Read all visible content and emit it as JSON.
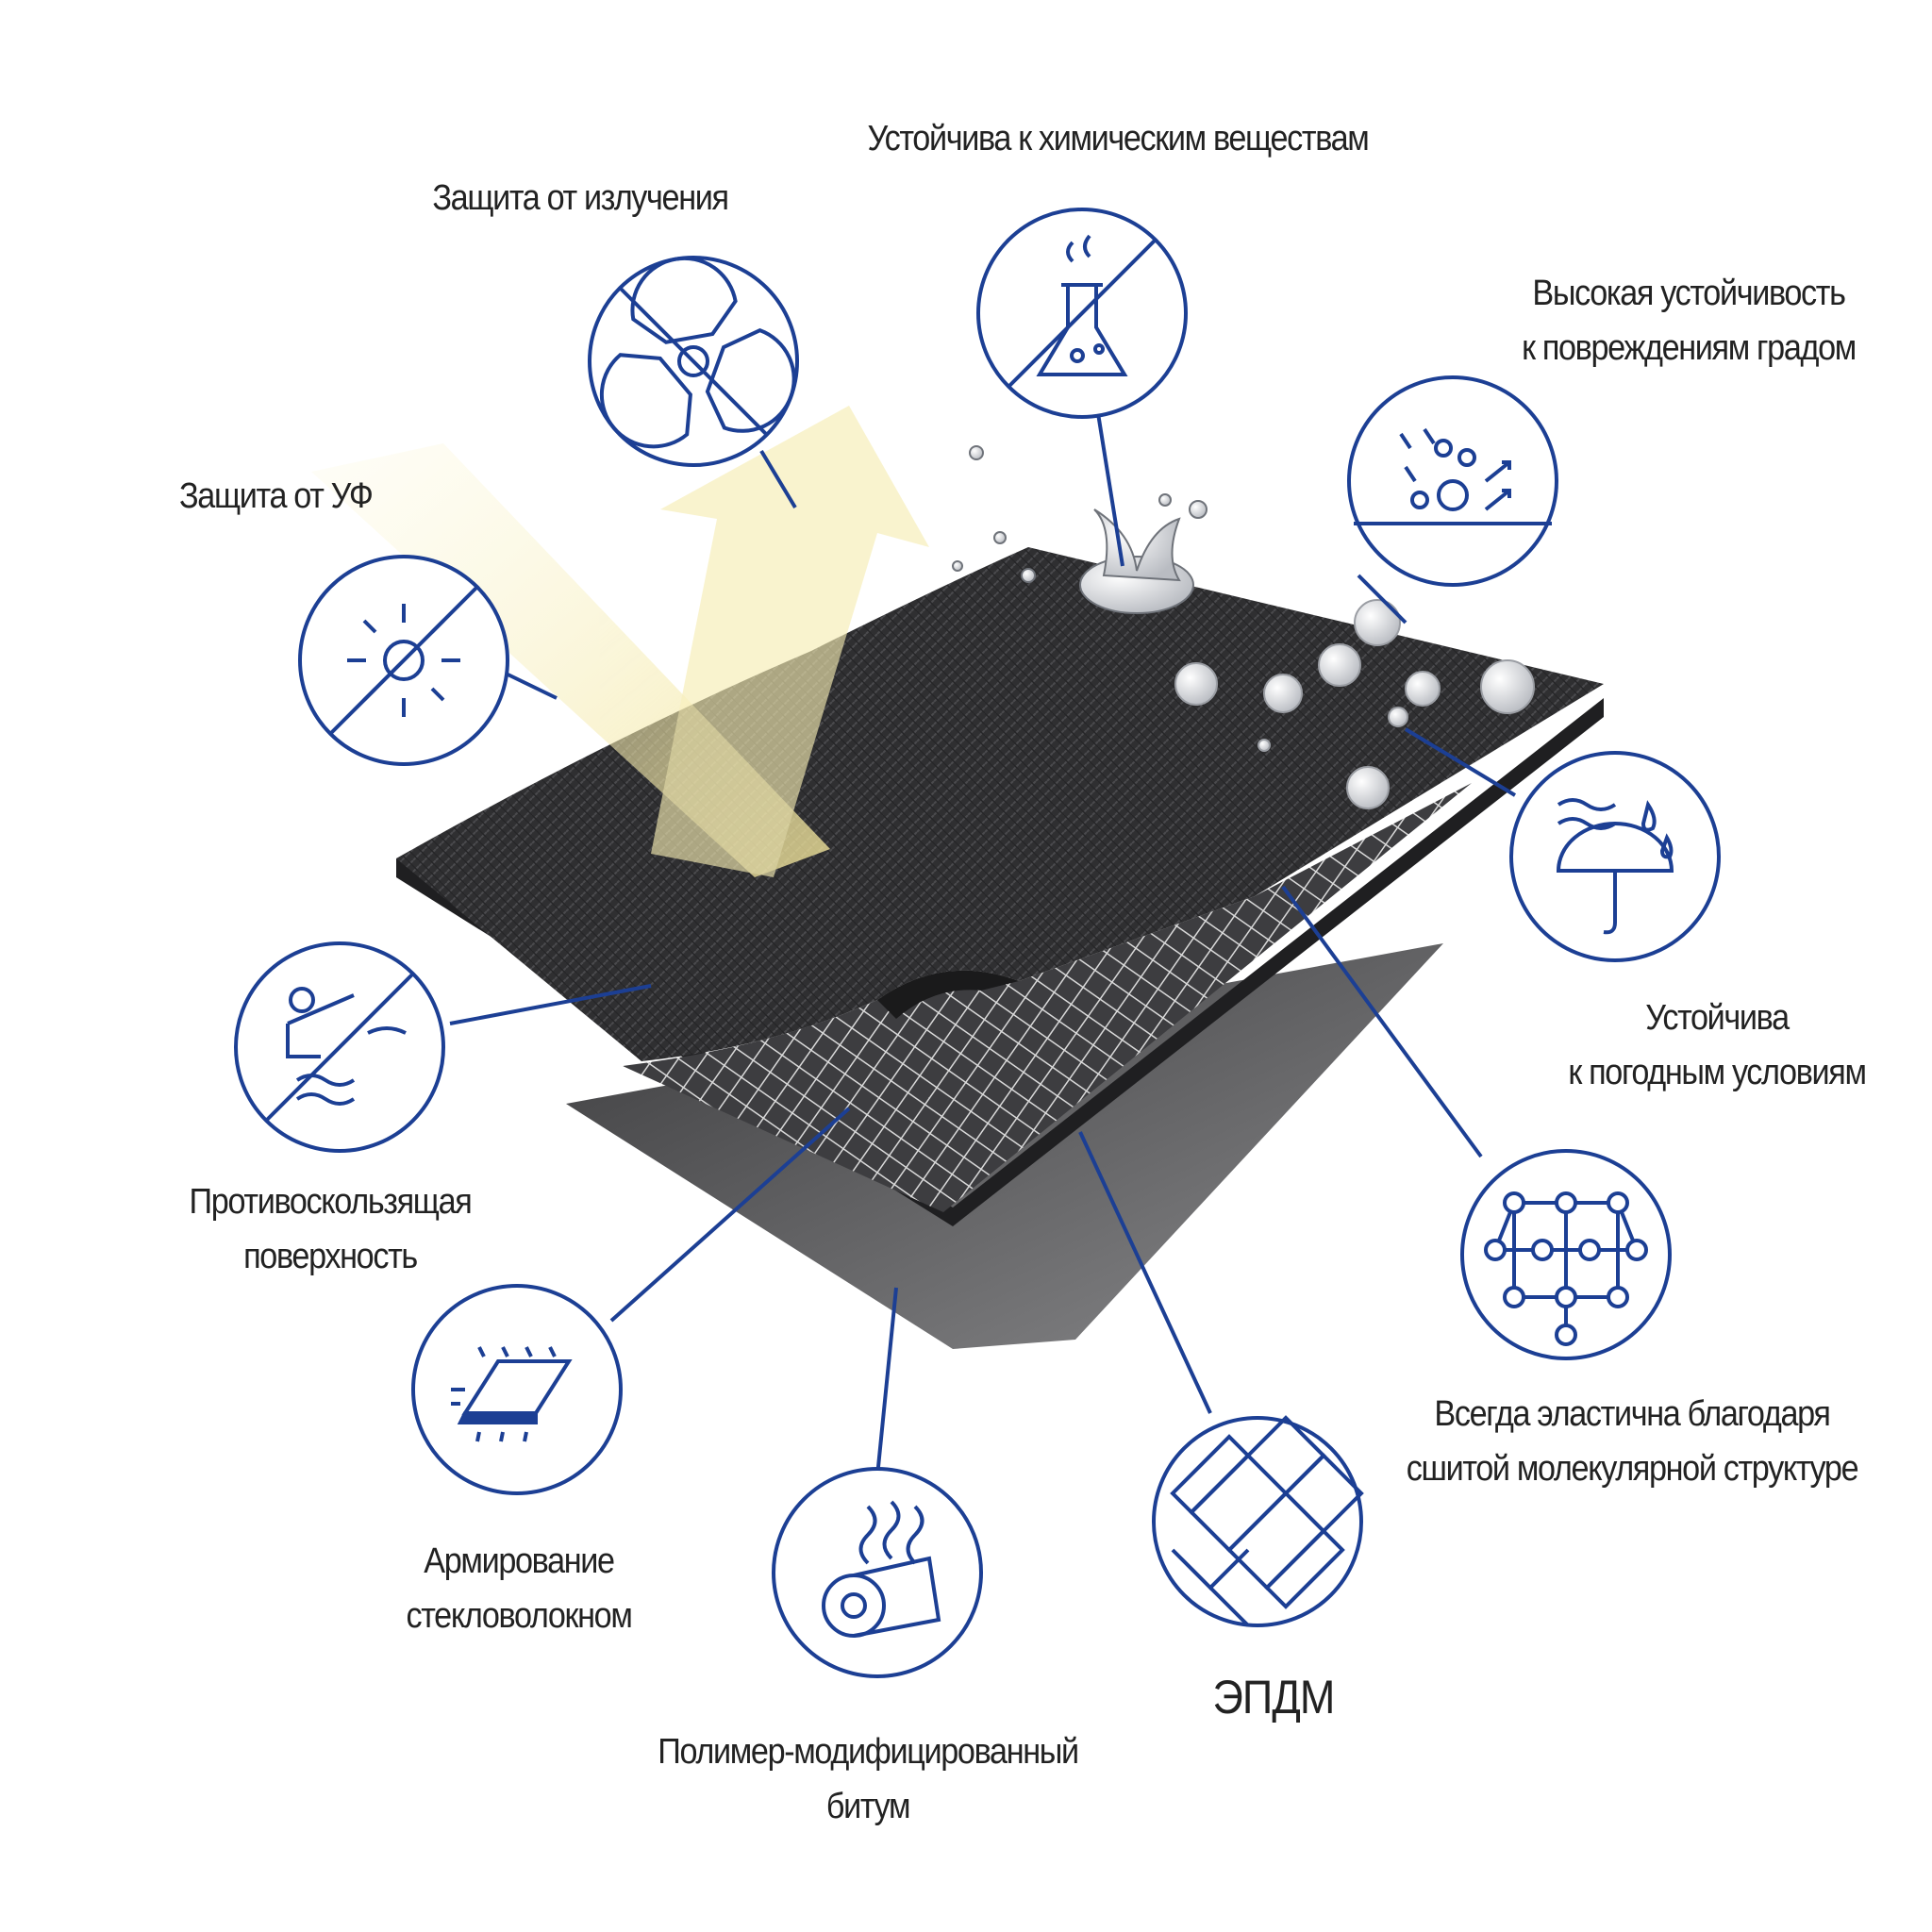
{
  "colors": {
    "accent": "#1c3f94",
    "membrane": "#2e2e30",
    "underlayer": "#5a5a5c",
    "uv_beam": "#f4ecb0"
  },
  "labels": {
    "chemical": "Устойчива к химическим веществам",
    "radiation": "Защита от излучения",
    "hail_line1": "Высокая устойчивость",
    "hail_line2": "к повреждениям градом",
    "uv": "Защита от УФ",
    "weather_line1": "Устойчива",
    "weather_line2": "к погодным условиям",
    "antislip_line1": "Противоскользящая",
    "antislip_line2": "поверхность",
    "elastic_line1": "Всегда эластична благодаря",
    "elastic_line2": "сшитой молекулярной структуре",
    "fiberglass_line1": "Армирование",
    "fiberglass_line2": "стекловолокном",
    "epdm": "ЭПДМ",
    "bitumen_line1": "Полимер-модифицированный",
    "bitumen_line2": "битум"
  },
  "icons": [
    {
      "id": "chemical",
      "name": "flask-icon"
    },
    {
      "id": "radiation",
      "name": "radiation-icon"
    },
    {
      "id": "hail",
      "name": "hail-icon"
    },
    {
      "id": "uv",
      "name": "sun-icon"
    },
    {
      "id": "weather",
      "name": "umbrella-icon"
    },
    {
      "id": "antislip",
      "name": "slip-person-icon"
    },
    {
      "id": "elastic",
      "name": "molecule-network-icon"
    },
    {
      "id": "fiberglass",
      "name": "fiberglass-mesh-icon"
    },
    {
      "id": "epdm",
      "name": "herringbone-pattern-icon"
    },
    {
      "id": "bitumen",
      "name": "bitumen-roll-icon"
    }
  ]
}
